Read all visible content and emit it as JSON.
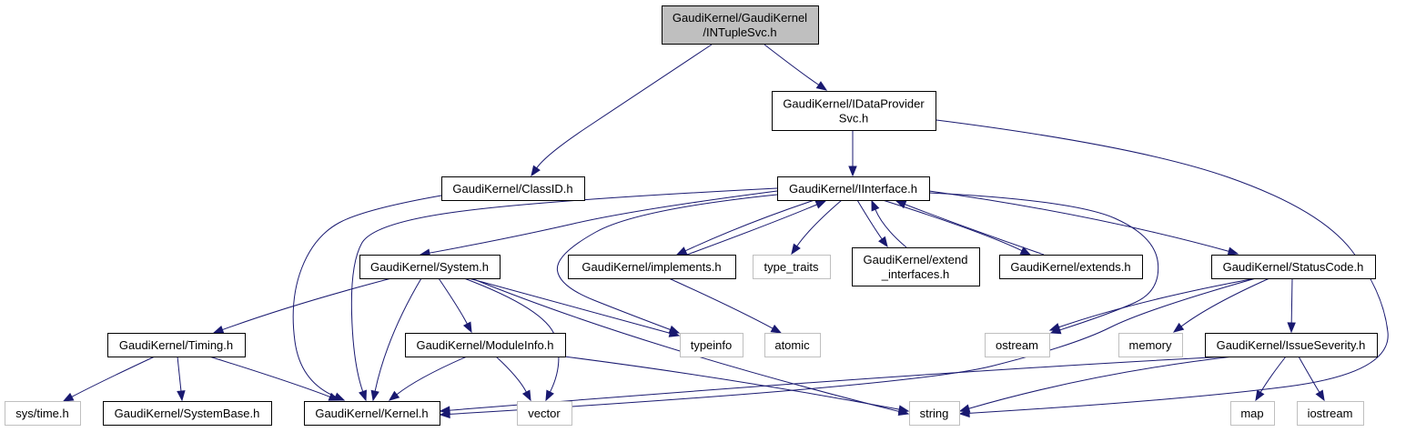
{
  "diagram": {
    "type": "include-dependency-graph",
    "colors": {
      "edge": "#191970",
      "root_fill": "#bfbfbf",
      "node_border": "#000000",
      "system_node_border": "#bfbfbf",
      "background": "#ffffff"
    },
    "nodes": [
      {
        "id": "ntuplesvc",
        "lines": [
          "GaudiKernel/GaudiKernel",
          "/INTupleSvc.h"
        ],
        "kind": "root"
      },
      {
        "id": "idataprovidersvc",
        "lines": [
          "GaudiKernel/IDataProvider",
          "Svc.h"
        ],
        "kind": "project"
      },
      {
        "id": "classid",
        "lines": [
          "GaudiKernel/ClassID.h"
        ],
        "kind": "project"
      },
      {
        "id": "iinterface",
        "lines": [
          "GaudiKernel/IInterface.h"
        ],
        "kind": "project"
      },
      {
        "id": "system",
        "lines": [
          "GaudiKernel/System.h"
        ],
        "kind": "project"
      },
      {
        "id": "implements",
        "lines": [
          "GaudiKernel/implements.h"
        ],
        "kind": "project"
      },
      {
        "id": "type_traits",
        "lines": [
          "type_traits"
        ],
        "kind": "system"
      },
      {
        "id": "extend_interfaces",
        "lines": [
          "GaudiKernel/extend",
          "_interfaces.h"
        ],
        "kind": "project"
      },
      {
        "id": "extends",
        "lines": [
          "GaudiKernel/extends.h"
        ],
        "kind": "project"
      },
      {
        "id": "statuscode",
        "lines": [
          "GaudiKernel/StatusCode.h"
        ],
        "kind": "project"
      },
      {
        "id": "timing",
        "lines": [
          "GaudiKernel/Timing.h"
        ],
        "kind": "project"
      },
      {
        "id": "moduleinfo",
        "lines": [
          "GaudiKernel/ModuleInfo.h"
        ],
        "kind": "project"
      },
      {
        "id": "typeinfo",
        "lines": [
          "typeinfo"
        ],
        "kind": "system"
      },
      {
        "id": "atomic",
        "lines": [
          "atomic"
        ],
        "kind": "system"
      },
      {
        "id": "ostream",
        "lines": [
          "ostream"
        ],
        "kind": "system"
      },
      {
        "id": "memory",
        "lines": [
          "memory"
        ],
        "kind": "system"
      },
      {
        "id": "issueseverity",
        "lines": [
          "GaudiKernel/IssueSeverity.h"
        ],
        "kind": "project"
      },
      {
        "id": "systime",
        "lines": [
          "sys/time.h"
        ],
        "kind": "system"
      },
      {
        "id": "systembase",
        "lines": [
          "GaudiKernel/SystemBase.h"
        ],
        "kind": "project"
      },
      {
        "id": "kernel",
        "lines": [
          "GaudiKernel/Kernel.h"
        ],
        "kind": "project"
      },
      {
        "id": "vector",
        "lines": [
          "vector"
        ],
        "kind": "system"
      },
      {
        "id": "string",
        "lines": [
          "string"
        ],
        "kind": "system"
      },
      {
        "id": "map",
        "lines": [
          "map"
        ],
        "kind": "system"
      },
      {
        "id": "iostream",
        "lines": [
          "iostream"
        ],
        "kind": "system"
      }
    ],
    "edges": [
      {
        "from": "ntuplesvc",
        "to": "classid"
      },
      {
        "from": "ntuplesvc",
        "to": "idataprovidersvc"
      },
      {
        "from": "idataprovidersvc",
        "to": "iinterface"
      },
      {
        "from": "idataprovidersvc",
        "to": "string"
      },
      {
        "from": "classid",
        "to": "kernel"
      },
      {
        "from": "iinterface",
        "to": "system"
      },
      {
        "from": "iinterface",
        "to": "kernel"
      },
      {
        "from": "iinterface",
        "to": "implements"
      },
      {
        "from": "iinterface",
        "to": "typeinfo"
      },
      {
        "from": "iinterface",
        "to": "type_traits"
      },
      {
        "from": "iinterface",
        "to": "extend_interfaces"
      },
      {
        "from": "iinterface",
        "to": "extends"
      },
      {
        "from": "iinterface",
        "to": "ostream"
      },
      {
        "from": "iinterface",
        "to": "statuscode"
      },
      {
        "from": "implements",
        "to": "iinterface"
      },
      {
        "from": "implements",
        "to": "atomic"
      },
      {
        "from": "extend_interfaces",
        "to": "iinterface"
      },
      {
        "from": "extends",
        "to": "iinterface"
      },
      {
        "from": "system",
        "to": "timing"
      },
      {
        "from": "system",
        "to": "kernel"
      },
      {
        "from": "system",
        "to": "moduleinfo"
      },
      {
        "from": "system",
        "to": "vector"
      },
      {
        "from": "system",
        "to": "typeinfo"
      },
      {
        "from": "system",
        "to": "string"
      },
      {
        "from": "timing",
        "to": "systime"
      },
      {
        "from": "timing",
        "to": "systembase"
      },
      {
        "from": "timing",
        "to": "kernel"
      },
      {
        "from": "moduleinfo",
        "to": "kernel"
      },
      {
        "from": "moduleinfo",
        "to": "vector"
      },
      {
        "from": "moduleinfo",
        "to": "string"
      },
      {
        "from": "statuscode",
        "to": "ostream"
      },
      {
        "from": "statuscode",
        "to": "memory"
      },
      {
        "from": "statuscode",
        "to": "issueseverity"
      },
      {
        "from": "statuscode",
        "to": "kernel"
      },
      {
        "from": "issueseverity",
        "to": "kernel"
      },
      {
        "from": "issueseverity",
        "to": "string"
      },
      {
        "from": "issueseverity",
        "to": "map"
      },
      {
        "from": "issueseverity",
        "to": "iostream"
      }
    ]
  }
}
